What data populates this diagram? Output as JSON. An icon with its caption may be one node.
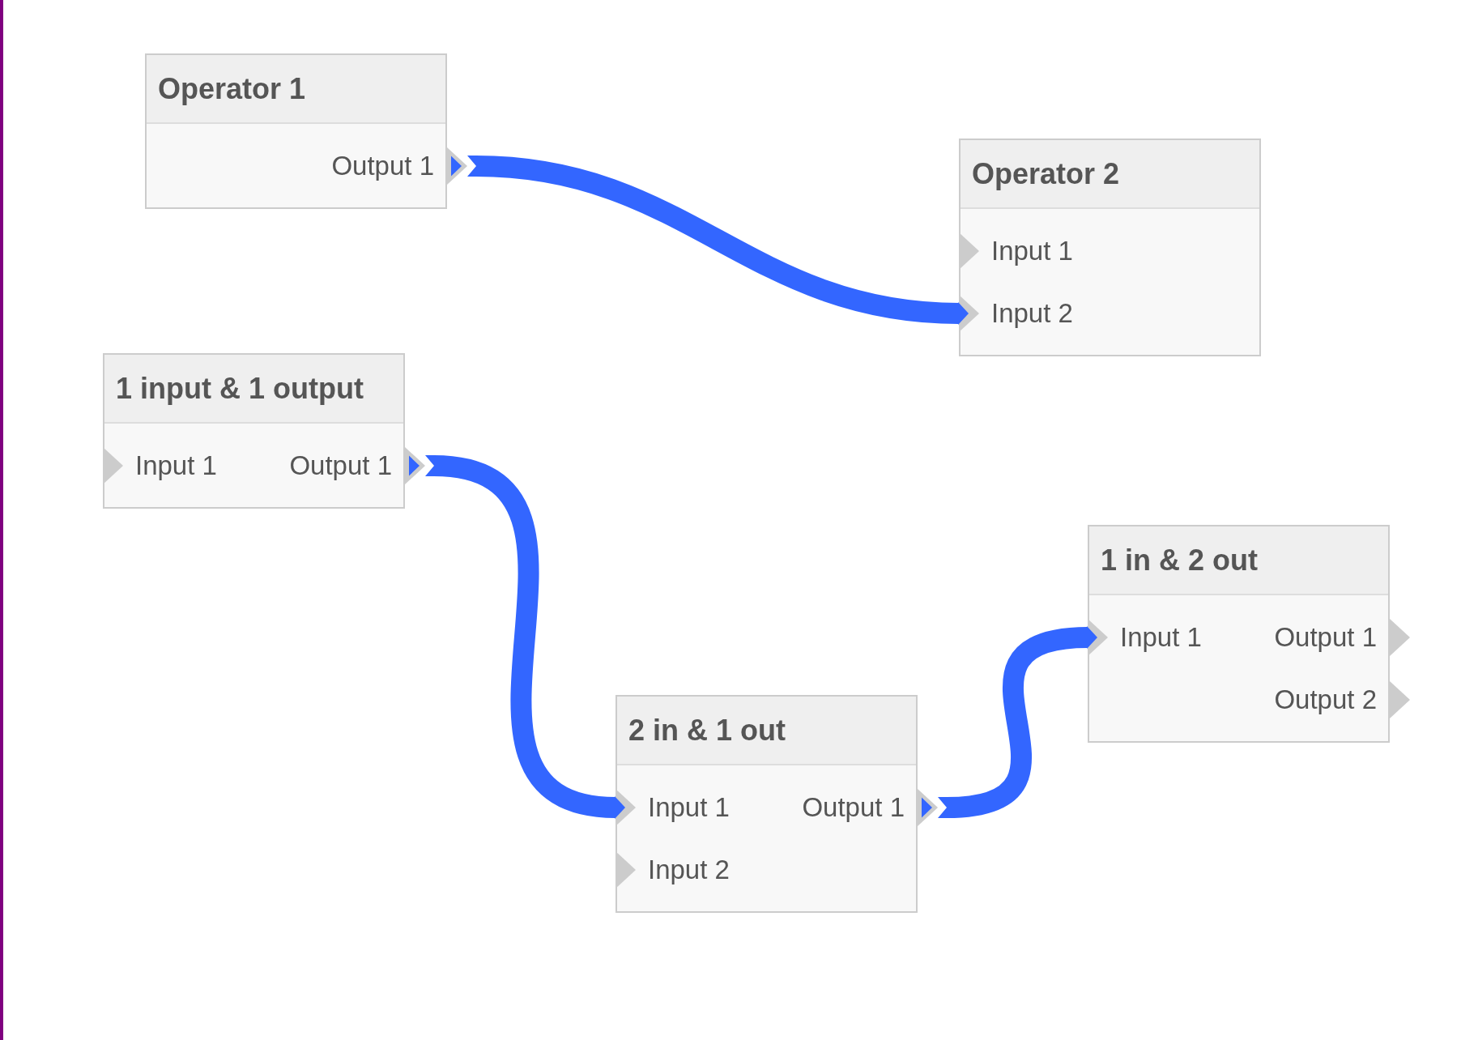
{
  "diagram": {
    "nodes": [
      {
        "text": [
          "Operator 1",
          "Output 1"
        ]
      },
      {
        "text": [],
        "shape": "triangle"
      },
      {
        "text": [
          "Operator 2",
          "Input 1",
          "Input 2"
        ]
      },
      {
        "text": [],
        "shape": "triangle",
        "in": 2
      },
      {
        "text": [],
        "shape": "triangle",
        "in": 2
      },
      {
        "text": [
          "1 input & 1 output",
          "Input 1",
          "Output 1"
        ]
      },
      {
        "text": [],
        "shape": "triangle",
        "in": 5
      },
      {
        "text": [],
        "shape": "triangle"
      },
      {
        "text": [
          "2 in & 1 out",
          "Input 1",
          "Output 1",
          "Input 2"
        ]
      },
      {
        "text": [],
        "shape": "triangle",
        "in": 8
      },
      {
        "text": [],
        "shape": "triangle"
      },
      {
        "text": [],
        "shape": "triangle",
        "in": 8
      },
      {
        "text": [
          "1 in & 2 out",
          "Input 1",
          "Output 1",
          "Output 2"
        ]
      },
      {
        "text": [],
        "shape": "triangle",
        "in": 12
      },
      {
        "text": [],
        "shape": "triangle"
      },
      {
        "text": [],
        "shape": "triangle"
      }
    ],
    "edges": [
      {
        "from": 1,
        "to": 4,
        "arrow": "to"
      },
      {
        "from": 7,
        "to": 9,
        "arrow": "to"
      },
      {
        "from": 10,
        "to": 13,
        "arrow": "to"
      }
    ]
  }
}
